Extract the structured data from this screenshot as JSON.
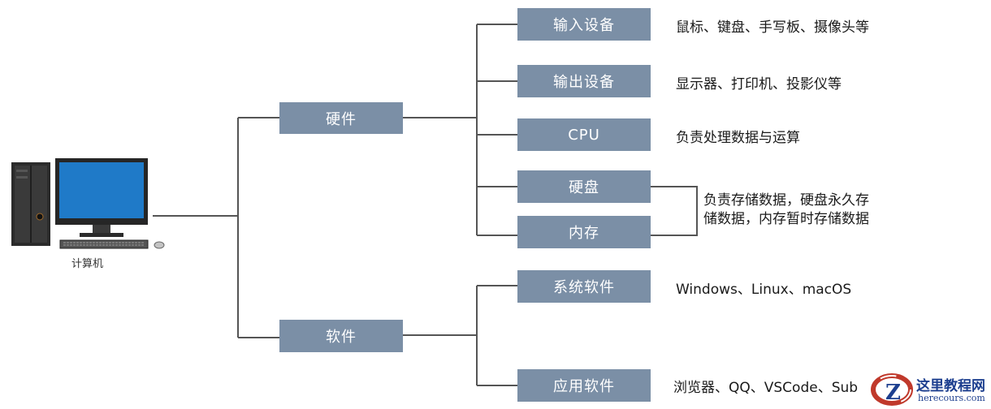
{
  "computer_label": "计算机",
  "hardware": {
    "label": "硬件",
    "items": [
      {
        "label": "输入设备",
        "desc": "鼠标、键盘、手写板、摄像头等"
      },
      {
        "label": "输出设备",
        "desc": "显示器、打印机、投影仪等"
      },
      {
        "label": "CPU",
        "desc": "负责处理数据与运算"
      },
      {
        "label": "硬盘"
      },
      {
        "label": "内存"
      }
    ],
    "storage_desc_line1": "负责存储数据，硬盘永久存",
    "storage_desc_line2": "储数据，内存暂时存储数据"
  },
  "software": {
    "label": "软件",
    "items": [
      {
        "label": "系统软件",
        "desc": "Windows、Linux、macOS"
      },
      {
        "label": "应用软件",
        "desc": "浏览器、QQ、VSCode、Sub"
      }
    ]
  },
  "watermark": {
    "title": "这里教程网",
    "url": "herecours.com"
  },
  "colors": {
    "box_fill": "#7b8fa6",
    "line": "#555555",
    "monitor_screen": "#1f7ac8"
  }
}
